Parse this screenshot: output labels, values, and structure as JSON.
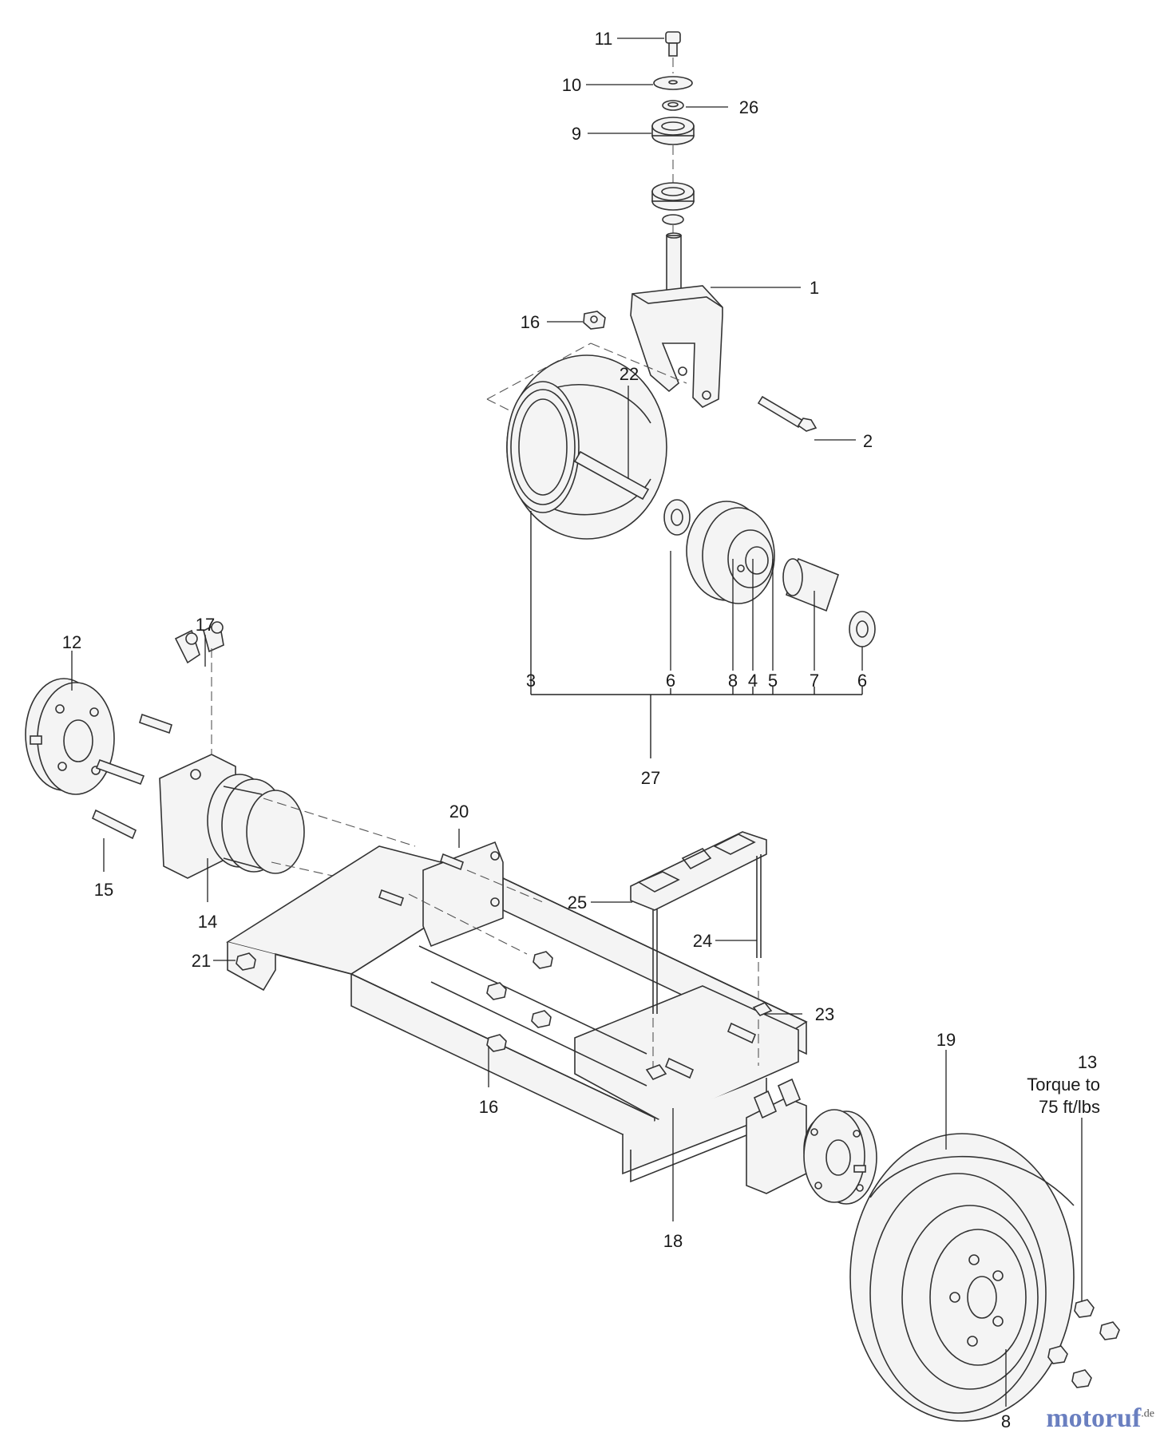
{
  "diagram": {
    "callouts": {
      "c1": "1",
      "c2": "2",
      "c3": "3",
      "c4": "4",
      "c5": "5",
      "c6a": "6",
      "c6b": "6",
      "c7": "7",
      "c8a": "8",
      "c8b": "8",
      "c9": "9",
      "c10": "10",
      "c11": "11",
      "c12": "12",
      "c13": "13",
      "c14": "14",
      "c15": "15",
      "c16a": "16",
      "c16b": "16",
      "c17": "17",
      "c18": "18",
      "c19": "19",
      "c20": "20",
      "c21": "21",
      "c22": "22",
      "c23": "23",
      "c24": "24",
      "c25": "25",
      "c26": "26",
      "c27": "27"
    },
    "torque_note": {
      "line1": "Torque  to",
      "line2": "75 ft/lbs"
    }
  },
  "watermark": {
    "brand": "motoruf",
    "suffix": ".de",
    "color": "#6a7fc0"
  }
}
